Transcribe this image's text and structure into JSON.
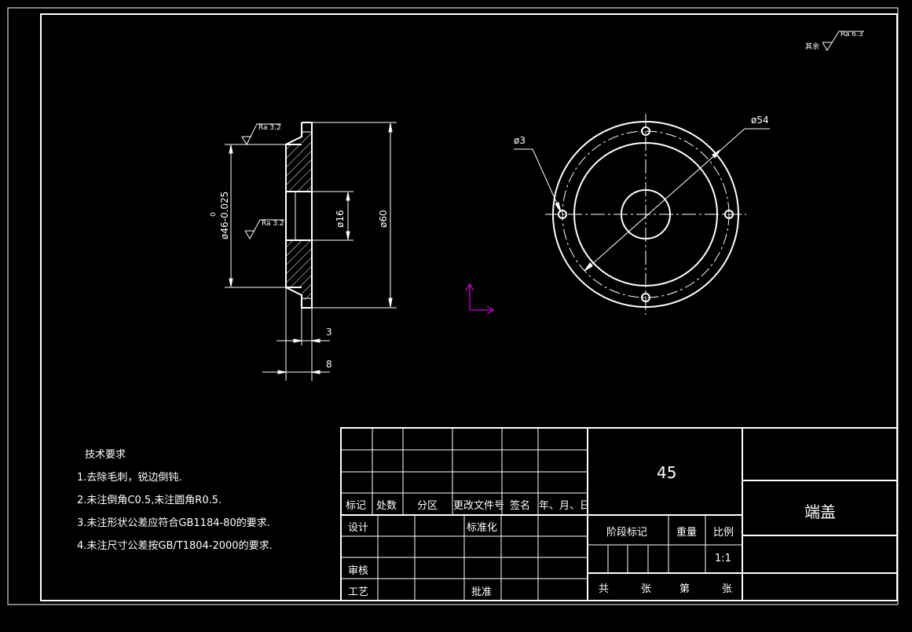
{
  "surface_finish_note": {
    "prefix": "其余",
    "value": "Ra 6.3"
  },
  "side_view": {
    "roughness_top": "Ra 3.2",
    "roughness_bore": "Ra 3.2",
    "dim_outer": "ø60",
    "dim_hub_main": "ø46-0.025",
    "dim_hub_upper": "0",
    "dim_bore": "ø16",
    "dim_width_small": "3",
    "dim_width_total": "8"
  },
  "front_view": {
    "dim_holes": "ø3",
    "dim_outer": "ø54"
  },
  "tech_requirements": {
    "title": "技术要求",
    "items": [
      "1.去除毛刺，锐边倒钝.",
      "2.未注倒角C0.5,未注圆角R0.5.",
      "3.未注形状公差应符合GB1184-80的要求.",
      "4.未注尺寸公差按GB/T1804-2000的要求."
    ]
  },
  "title_block": {
    "material": "45",
    "part_name": "端盖",
    "revision_headers": [
      "标记",
      "处数",
      "分区",
      "更改文件号",
      "签名",
      "年、月、日"
    ],
    "design": "设计",
    "standardize": "标准化",
    "review": "审核",
    "process": "工艺",
    "approve": "批准",
    "stage_mark": "阶段标记",
    "weight": "重量",
    "scale_label": "比例",
    "scale_value": "1:1",
    "total": "共",
    "sheets": "张",
    "sheet_no": "第",
    "sheet_unit": "张"
  },
  "colors": {
    "background": "#000000",
    "lines": "#ffffff",
    "ucs": "#ff00ff"
  }
}
